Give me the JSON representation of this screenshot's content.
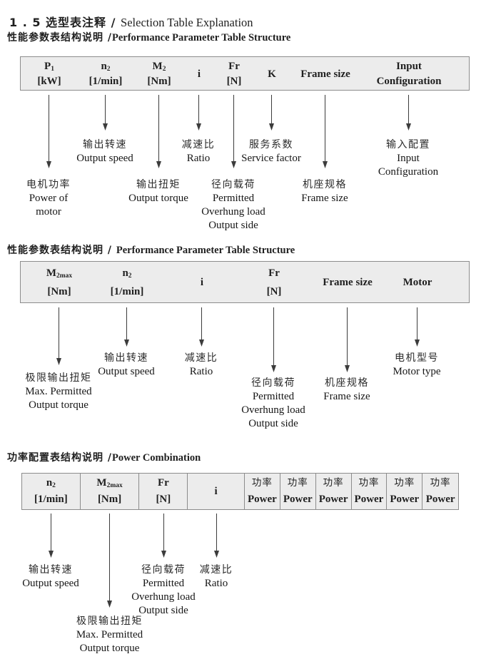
{
  "page_title": {
    "cn": "1 . 5 选型表注释 / ",
    "en": "Selection Table Explanation"
  },
  "colors": {
    "box_bg": "#ececec",
    "box_border": "#8c8c8c",
    "arrow": "#3c3c3c",
    "text": "#1f1f1f",
    "page_bg": "#ffffff"
  },
  "sections": [
    {
      "heading": {
        "cn": "性能参数表结构说明 /",
        "en": "Performance Parameter Table Structure"
      },
      "columns": [
        {
          "l1": "P",
          "l1sub": "1",
          "l2": "[kW]"
        },
        {
          "l1": "n",
          "l1sub": "2",
          "l2": "[1/min]"
        },
        {
          "l1": "M",
          "l1sub": "2",
          "l2": "[Nm]"
        },
        {
          "l1": "i"
        },
        {
          "l1": "Fr",
          "l2": "[N]"
        },
        {
          "l1": "K"
        },
        {
          "l1": "Frame size"
        },
        {
          "l1": "Input",
          "l2": "Configuration"
        }
      ],
      "callouts": [
        {
          "lines": [
            "电机功率",
            "Power of",
            "motor"
          ]
        },
        {
          "lines": [
            "输出转速",
            "Output speed"
          ]
        },
        {
          "lines": [
            "输出扭矩",
            "Output torque"
          ]
        },
        {
          "lines": [
            "减速比",
            "Ratio"
          ]
        },
        {
          "lines": [
            "径向载荷",
            "Permitted",
            "Overhung load",
            "Output side"
          ]
        },
        {
          "lines": [
            "服务系数",
            "Service factor"
          ]
        },
        {
          "lines": [
            "机座规格",
            "Frame size"
          ]
        },
        {
          "lines": [
            "输入配置",
            "Input",
            "Configuration"
          ]
        }
      ]
    },
    {
      "heading": {
        "cn": "性能参数表结构说明 / ",
        "en": "Performance Parameter Table Structure"
      },
      "columns": [
        {
          "l1": "M",
          "l1sub": "2max",
          "l2": "[Nm]"
        },
        {
          "l1": "n",
          "l1sub": "2",
          "l2": "[1/min]"
        },
        {
          "l1": "i"
        },
        {
          "l1": "Fr",
          "l2": "[N]"
        },
        {
          "l1": "Frame size"
        },
        {
          "l1": "Motor"
        }
      ],
      "callouts": [
        {
          "lines": [
            "极限输出扭矩",
            "Max. Permitted",
            "Output torque"
          ]
        },
        {
          "lines": [
            "输出转速",
            "Output speed"
          ]
        },
        {
          "lines": [
            "减速比",
            "Ratio"
          ]
        },
        {
          "lines": [
            "径向载荷",
            "Permitted",
            "Overhung load",
            "Output side"
          ]
        },
        {
          "lines": [
            "机座规格",
            "Frame size"
          ]
        },
        {
          "lines": [
            "电机型号",
            "Motor type"
          ]
        }
      ]
    },
    {
      "heading": {
        "cn": "功率配置表结构说明 /",
        "en": "Power Combination"
      },
      "columns": [
        {
          "l1": "n",
          "l1sub": "2",
          "l2": "[1/min]"
        },
        {
          "l1": "M",
          "l1sub": "2max",
          "l2": "[Nm]"
        },
        {
          "l1": "Fr",
          "l2": "[N]"
        },
        {
          "l1": "i"
        },
        {
          "l1": "功率",
          "l2": "Power"
        },
        {
          "l1": "功率",
          "l2": "Power"
        },
        {
          "l1": "功率",
          "l2": "Power"
        },
        {
          "l1": "功率",
          "l2": "Power"
        },
        {
          "l1": "功率",
          "l2": "Power"
        },
        {
          "l1": "功率",
          "l2": "Power"
        }
      ],
      "callouts": [
        {
          "lines": [
            "输出转速",
            "Output speed"
          ]
        },
        {
          "lines": [
            "极限输出扭矩",
            "Max. Permitted",
            "Output torque"
          ]
        },
        {
          "lines": [
            "径向载荷",
            "Permitted",
            "Overhung load",
            "Output side"
          ]
        },
        {
          "lines": [
            "减速比",
            "Ratio"
          ]
        }
      ]
    }
  ]
}
